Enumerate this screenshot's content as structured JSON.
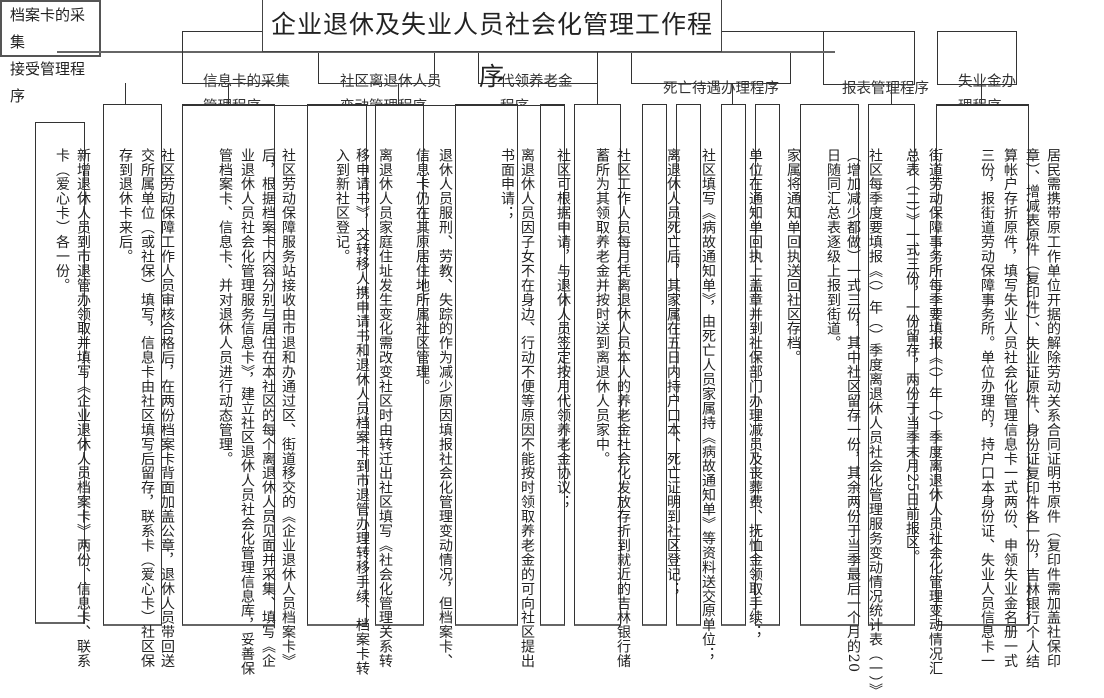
{
  "title": "企业退休及失业人员社会化管理工作程序",
  "procedures": [
    {
      "label_lines": [
        "档案卡的采集",
        "接受管理程序"
      ]
    },
    {
      "label_lines": [
        "信息卡的采集",
        "管理程序"
      ]
    },
    {
      "label_lines": [
        "社区离退休人员",
        "变动管理程序"
      ]
    },
    {
      "label_lines": [
        "代领养老金",
        "程序"
      ]
    },
    {
      "label_lines": [
        "死亡待遇办理程序"
      ]
    },
    {
      "label_lines": [
        "报表管理程序"
      ]
    },
    {
      "label_lines": [
        "失业金办",
        "理程序"
      ]
    }
  ],
  "steps": [
    {
      "lines": [
        "新增退休人员到市退管办领取并填写《企业退休人员档案卡》两份、信息卡、联系",
        "卡（爱心卡）各一份。"
      ]
    },
    {
      "lines": [
        "社区劳动保障工作人员审核合格后，在两份档案卡背面加盖公章，退休人员带回送",
        "交所属单位（或社保）填写，信息卡由社区填写后留存，联系卡（爱心卡）社区保",
        "存到退休卡来后。"
      ]
    },
    {
      "lines": [
        "社区劳动保障服务站接收由市退和办通过区、街道移交的《企业退休人员档案卡》",
        "后，根据档案卡内容分别与居住在本社区的每个离退休人员见面并采集、填写《企",
        "业退休人员社会化管理服务信息卡》，建立社区退休人员社会化管理信息库，妥善保",
        "管档案卡、信息卡、并对退休人员进行动态管理。"
      ]
    },
    {
      "lines": [
        "离退休人员家庭住址发生变化需改变社区时由转迁出社区填写《社会化管理关系转",
        "移申请书》，交转移人携申请书和退休人员档案卡到市退管办理转移手续、档案卡转",
        "入到新社区登记。"
      ]
    },
    {
      "lines": [
        "退休人员服刑、劳教、失踪的作为减少原因填报社会化管理变动情况，但档案卡、",
        "信息卡仍在其原居住地所属社区管理。"
      ]
    },
    {
      "lines": [
        "离退休人员因子女不在身边、行动不便等原因不能按时领取养老金的可向社区提出",
        "书面申请；"
      ]
    },
    {
      "lines": [
        "社区可根据申请，与退休人员签定按月代领养老金协议；"
      ]
    },
    {
      "lines": [
        "社区工作人员每月凭离退休人员本人的养老金社会化发放存折到就近的吉林银行储",
        "蓄所为其领取养老金并按时送到离退休人员家中。"
      ]
    },
    {
      "lines": [
        "离退休人员死亡后，其家属在五日内持户口本、死亡证明到社区登记；"
      ]
    },
    {
      "lines": [
        "社区填写《病故通知单》，由死亡人员家属持《病故通知单》等资料送交原单位；"
      ]
    },
    {
      "lines": [
        "单位在通知单回执上盖章并到社保部门办理减员及丧葬费、抚恤金领取手续；"
      ]
    },
    {
      "lines": [
        "家属将通知单回执送回社区存档。"
      ]
    },
    {
      "lines": [
        "社区每季度要填报《（）年（）季度离退休人员社会化管理服务变动情况统计表（一）》",
        "（增加减少都做）一式三份，其中社区留存一份，其余两份于当季最后一个月的20",
        "日随同汇总表逐级上报到街道。"
      ]
    },
    {
      "lines": [
        "街道劳动保障事务所每季要填报《（）年（）季度离退休人员社会化管理变动情况汇",
        "总表（二）》一式三份，一份留存，两份于当季末月25日前报区。"
      ]
    },
    {
      "lines": [
        "居民需携带原工作单位开据的解除劳动关系合同证明书原件（复印件需加盖社保印",
        "章）、增减表原件（复印件）、失业证原件、身份证复印件各一份，吉林银行个人结",
        "算帐户存折原件，填写失业人员社会化管理信息卡一式两份、申领失业金名册一式",
        "三份，报街道劳动保障事务所。单位办理的，持户口本身份证、失业人员信息卡一"
      ]
    }
  ]
}
